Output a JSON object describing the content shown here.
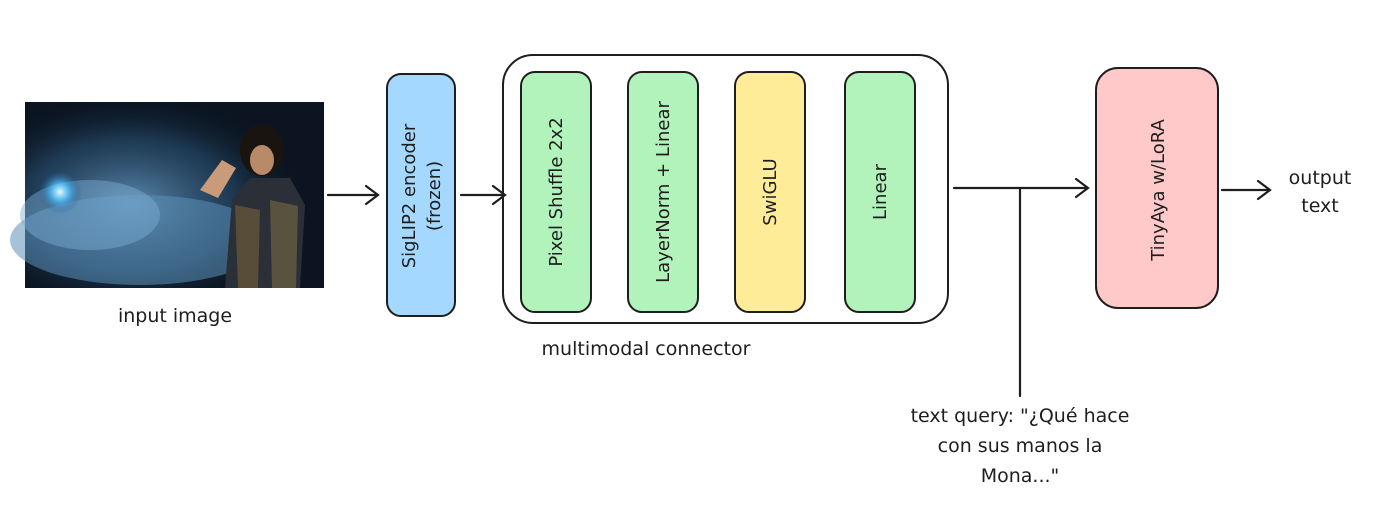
{
  "input": {
    "label": "input image"
  },
  "encoder": {
    "line1": "SigLIP2 encoder",
    "line2": "(frozen)",
    "color": "#a5d8ff"
  },
  "connector": {
    "label": "multimodal connector",
    "blocks": [
      {
        "label": "Pixel Shuffle 2x2",
        "color": "#b2f2bb"
      },
      {
        "label": "LayerNorm + Linear",
        "color": "#b2f2bb"
      },
      {
        "label": "SwiGLU",
        "color": "#ffec99"
      },
      {
        "label": "Linear",
        "color": "#b2f2bb"
      }
    ]
  },
  "llm": {
    "label": "TinyAya w/LoRA",
    "color": "#ffc9c9"
  },
  "output": {
    "line1": "output",
    "line2": "text"
  },
  "query": {
    "line1": "text query: \"¿Qué hace",
    "line2": "con sus manos la",
    "line3": "Mona...\""
  }
}
